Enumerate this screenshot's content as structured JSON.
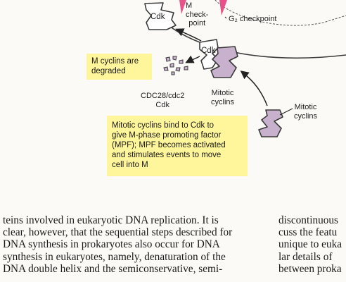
{
  "figure": {
    "labels": {
      "m_checkpoint": [
        "M",
        "check-",
        "point"
      ],
      "g2_checkpoint": "G₂ checkpoint",
      "cdk_top": "Cdk",
      "cdk_center": "Cdk",
      "cdc28": [
        "CDC28/cdc2",
        "Cdk"
      ],
      "mitotic_cyclins_bound": [
        "Mitotic",
        "cyclins"
      ],
      "mitotic_cyclins_free": [
        "Mitotic",
        "cyclins"
      ]
    },
    "box_degraded": [
      "M cyclins are",
      "degraded"
    ],
    "box_mpf": [
      "Mitotic cyclins bind to Cdk to",
      "give M-phase promoting factor",
      "(MPF); MPF becomes activated",
      "and stimulates events to move",
      "cell into M"
    ],
    "colors": {
      "pink": "#e8528a",
      "cyclin": "#c7b1cc",
      "yellow": "#fff59a",
      "outline": "#3a3a3a"
    }
  },
  "body_text": {
    "column1": [
      "teins involved in eukaryotic DNA replication. It is",
      "clear, however, that the sequential steps described for",
      "DNA synthesis in prokaryotes also occur for DNA",
      "synthesis in eukaryotes, namely, denaturation of the",
      "DNA double helix and the semiconservative, semi-"
    ],
    "column2": [
      "discontinuous",
      "cuss the featu",
      "unique to euka",
      "lar details of",
      "between proka"
    ]
  }
}
